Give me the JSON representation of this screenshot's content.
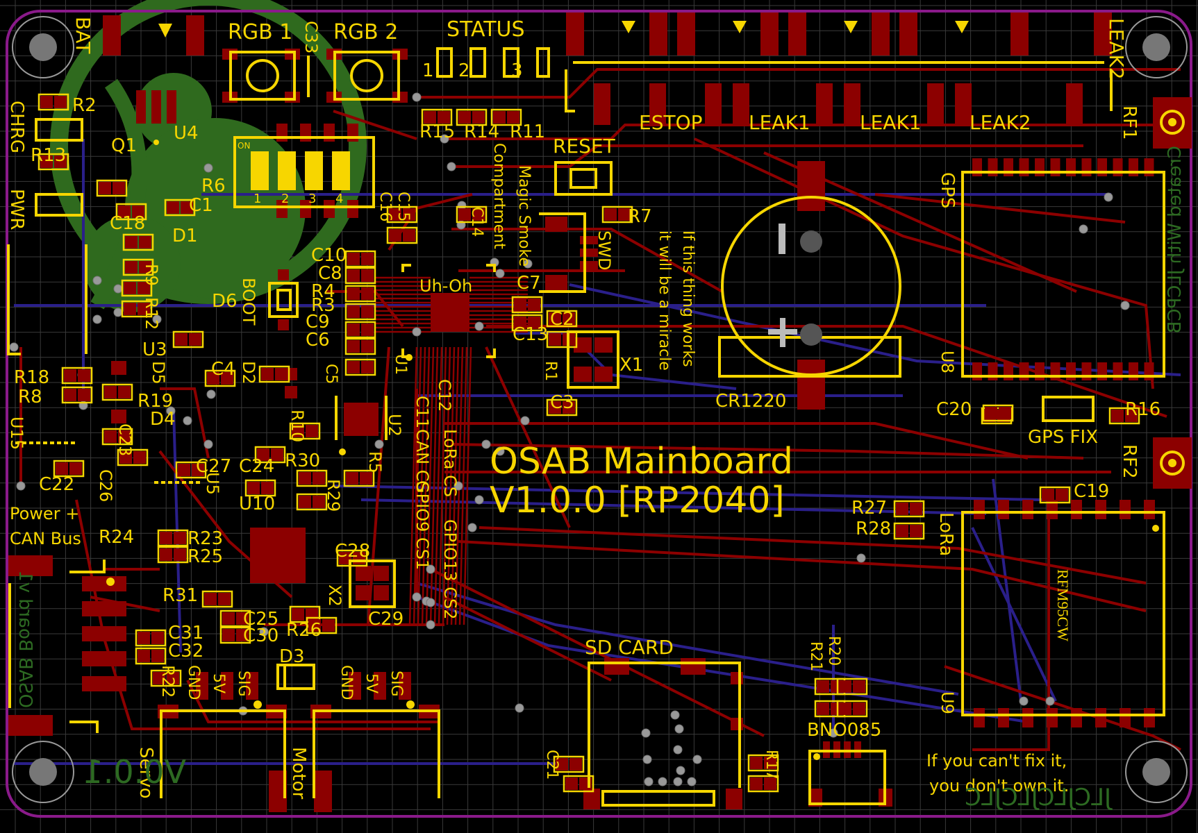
{
  "board": {
    "title_line1": "OSAB Mainboard",
    "title_line2": "V1.0.0 [RP2040]",
    "colors": {
      "background": "#000000",
      "grid": "#3a3a3a",
      "silkscreen": "#f7d600",
      "top_copper": "#8c0000",
      "bottom_copper": "#2a1f8a",
      "board_outline": "#8a1a8a",
      "bottom_silk": "#2d6a22",
      "pour_green": "#2f6a1e",
      "hole": "#777777"
    }
  },
  "labels": {
    "bat": "BAT",
    "rgb1": "RGB 1",
    "rgb2": "RGB 2",
    "c33": "C33",
    "status": "STATUS",
    "status_nums": [
      "1",
      "2",
      "3"
    ],
    "leak2_top": "LEAK2",
    "estop": "ESTOP",
    "leak1_a": "LEAK1",
    "leak1_b": "LEAK1",
    "leak2_b": "LEAK2",
    "rf1": "RF1",
    "rf2": "RF2",
    "chrg": "CHRG",
    "pwr": "PWR",
    "r2": "R2",
    "r13": "R13",
    "q1": "Q1",
    "u4": "U4",
    "r6": "R6",
    "c1": "C1",
    "on": "ON",
    "dip_nums": [
      "1",
      "2",
      "3",
      "4"
    ],
    "c18": "C18",
    "d1": "D1",
    "r9": "R9",
    "d6": "D6",
    "r12": "R12",
    "u3": "U3",
    "c4": "C4",
    "d2": "D2",
    "boot": "BOOT",
    "r4": "R4",
    "r3": "R3",
    "c9": "C9",
    "c6": "C6",
    "c5": "C5",
    "c10": "C10",
    "c8": "C8",
    "c16": "C16",
    "c15": "C15",
    "r15": "R15",
    "r14": "R14",
    "r11": "R11",
    "compartment": "Compartment",
    "magic_smoke": "Magic Smoke",
    "c14": "C14",
    "uh_oh": "Uh-Oh",
    "u1": "U1",
    "reset": "RESET",
    "r7": "R7",
    "swd": "SWD",
    "c7": "C7",
    "c2": "C2",
    "c13": "C13",
    "r1": "R1",
    "x1": "X1",
    "c3": "C3",
    "miracle_1": "If this thing works",
    "miracle_2": "it will be a miracle",
    "cr1220": "CR1220",
    "gps": "GPS",
    "u8": "U8",
    "c20": "C20",
    "gps_fix": "GPS FIX",
    "r16": "R16",
    "c19": "C19",
    "r27": "R27",
    "r28": "R28",
    "lora": "LoRa",
    "rfm95": "RFM95CW",
    "u9": "U9",
    "r18": "R18",
    "r8": "R8",
    "u15": "U15",
    "r19": "R19",
    "d5": "D5",
    "d4": "D4",
    "c23": "C23",
    "c22": "C22",
    "c26": "C26",
    "c27": "C27",
    "c24": "C24",
    "u5": "U5",
    "power_can_1": "Power +",
    "power_can_2": "CAN Bus",
    "r24": "R24",
    "r23": "R23",
    "r25": "R25",
    "r10": "R10",
    "u2": "U2",
    "r5": "R5",
    "r30": "R30",
    "r29": "R29",
    "u10": "U10",
    "c11": "C11",
    "c12": "C12",
    "can_cs": "CAN CS",
    "lora_cs": "LoRa CS",
    "gpio9_cs1": "GPIO9 CS1",
    "gpio13_cs2": "GPIO13 CS2",
    "c28": "C28",
    "x2": "X2",
    "c29": "C29",
    "r31": "R31",
    "c25": "C25",
    "c30": "C30",
    "r26": "R26",
    "c31": "C31",
    "c32": "C32",
    "r22": "R22",
    "d3": "D3",
    "gnd_a": "GND",
    "v5_a": "5V",
    "sig_a": "SIG",
    "gnd_b": "GND",
    "v5_b": "5V",
    "sig_b": "SIG",
    "servo": "Servo",
    "motor": "Motor",
    "sd_card": "SD CARD",
    "c21": "C21",
    "r17": "R17",
    "r21": "R21",
    "r20": "R20",
    "bno085": "BNO085",
    "fix_1": "If you can't fix it,",
    "fix_2": "you don't own it.",
    "back_version": "V0.0.1",
    "back_left": "OSAB Board v1",
    "back_right": "Created With JLCPCB",
    "back_logo": "JLCJLCJLCJLC"
  }
}
